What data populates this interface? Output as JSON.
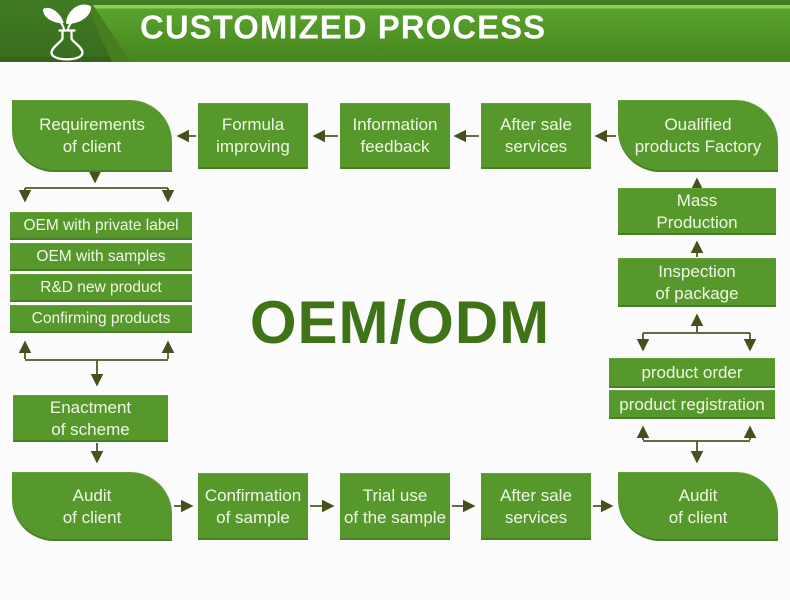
{
  "header": {
    "title": "CUSTOMIZED PROCESS",
    "logo_icon": "flask-leaf-icon"
  },
  "center_label": "OEM/ODM",
  "colors": {
    "box_green": "#57982c",
    "banner_green": "#4c8e22",
    "header_dark_green": "#386d1d",
    "connector_line": "#4d5a25",
    "center_text_green": "#3f7318"
  },
  "nodes": {
    "requirements_of_client": "Requirements\nof client",
    "formula_improving": "Formula\nimproving",
    "information_feedback": "Information\nfeedback",
    "after_sale_services_top": "After sale\nservices",
    "qualified_products_factory": "Oualified\nproducts Factory",
    "oem_with_private_label": "OEM with private label",
    "oem_with_samples": "OEM with samples",
    "rd_new_product": "R&D new product",
    "confirming_products": "Confirming products",
    "enactment_of_scheme": "Enactment\nof scheme",
    "audit_of_client_left": "Audit\nof client",
    "confirmation_of_sample": "Confirmation\nof sample",
    "trial_use_of_the_sample": "Trial use\nof the sample",
    "after_sale_services_bottom": "After sale\nservices",
    "audit_of_client_right": "Audit\nof client",
    "mass_production": "Mass\nProduction",
    "inspection_of_package": "Inspection\nof package",
    "product_order": "product order",
    "product_registration": "product registration"
  }
}
